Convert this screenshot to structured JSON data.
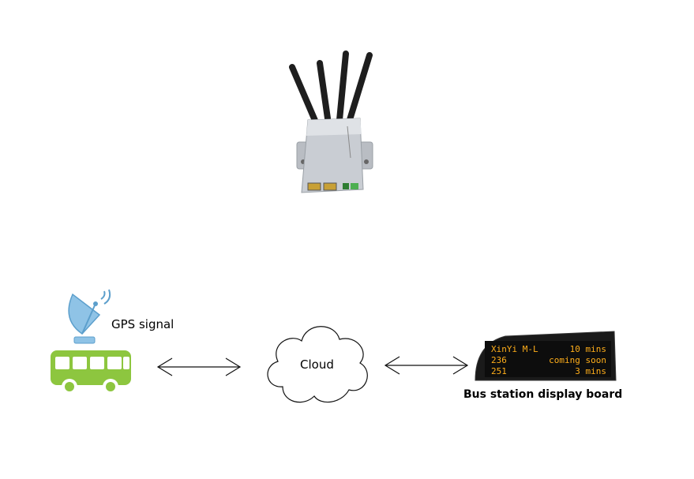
{
  "labels": {
    "gps_signal": "GPS signal",
    "cloud": "Cloud",
    "display_board": "Bus station display board"
  },
  "display_board_lines": [
    {
      "route": "XinYi M-L",
      "eta": "10 mins"
    },
    {
      "route": "236",
      "eta": "coming soon"
    },
    {
      "route": "251",
      "eta": "3 mins"
    }
  ],
  "colors": {
    "bus_green": "#8dc63f",
    "satellite_blue": "#8fc3e6",
    "router_body": "#c9cdd3",
    "antenna": "#222222",
    "led_text": "#ffae1a",
    "board_dark": "#1a1a1a"
  }
}
